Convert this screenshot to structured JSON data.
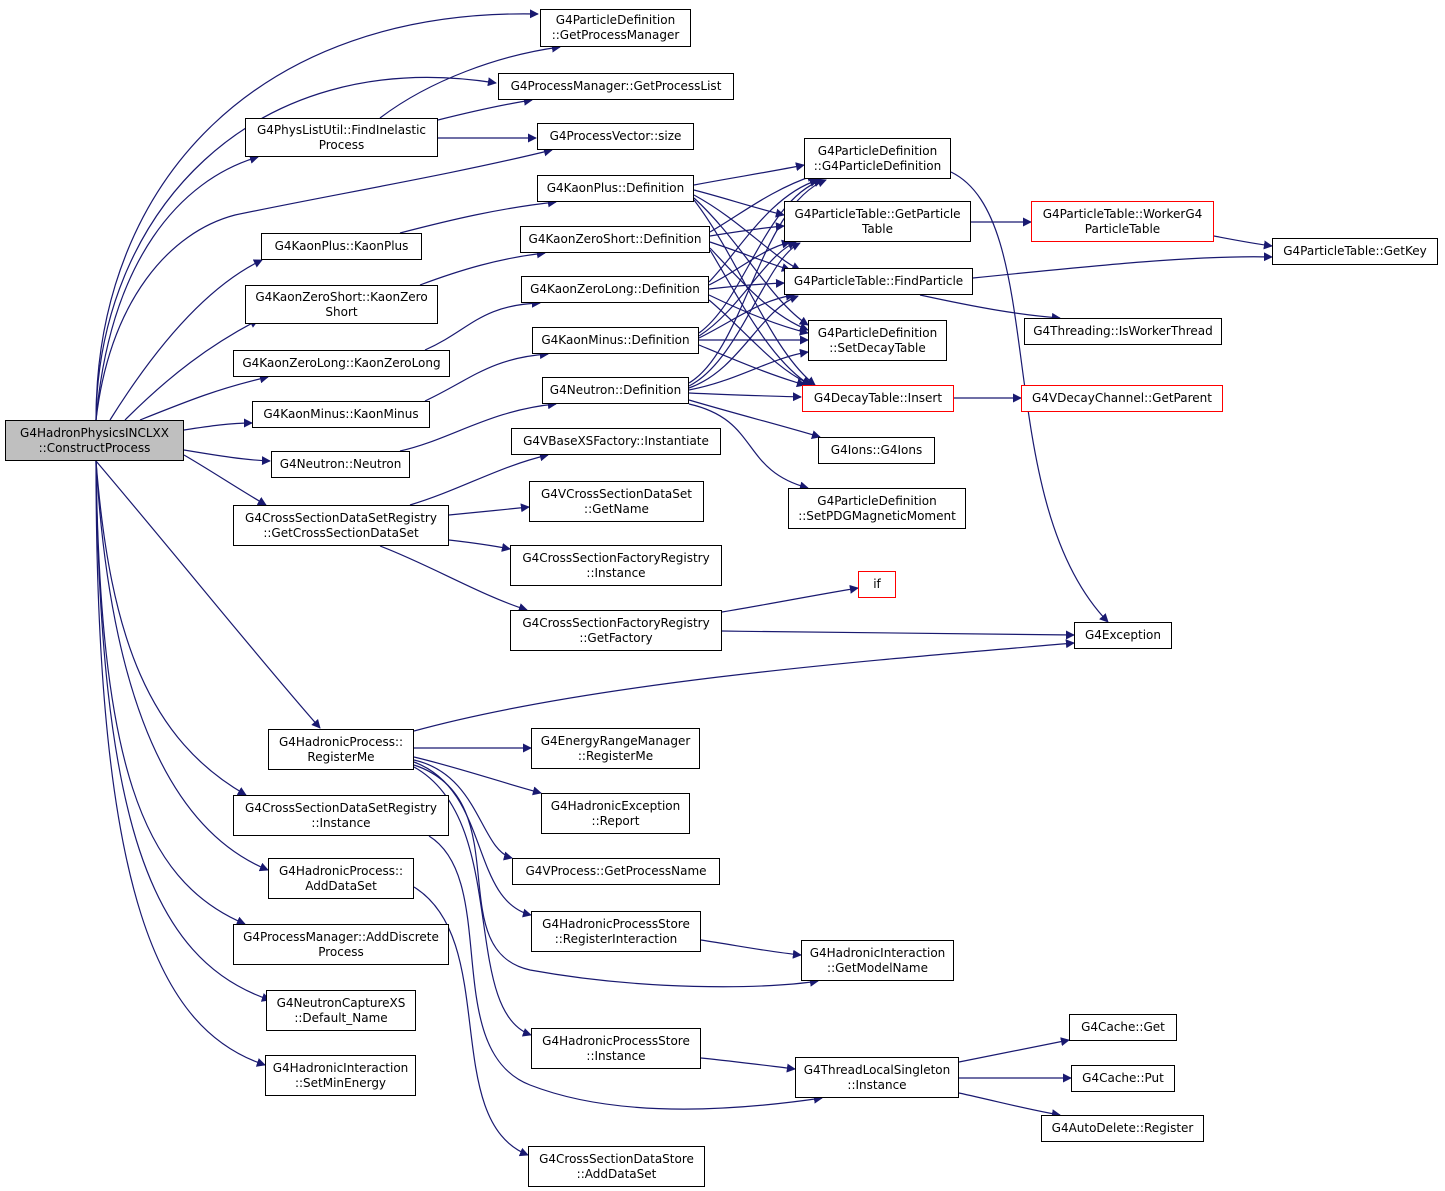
{
  "colors": {
    "edge": "#191970",
    "border": "#000000",
    "root_fill": "#bfbfbf",
    "truncated_border": "#ff0000"
  },
  "nodes": {
    "construct_process": {
      "label": "G4HadronPhysicsINCLXX\n::ConstructProcess"
    },
    "get_process_manager": {
      "label": "G4ParticleDefinition\n::GetProcessManager"
    },
    "get_process_list": {
      "label": "G4ProcessManager::GetProcessList"
    },
    "find_inelastic": {
      "label": "G4PhysListUtil::FindInelastic\nProcess"
    },
    "process_vector_size": {
      "label": "G4ProcessVector::size"
    },
    "kaonplus_definition": {
      "label": "G4KaonPlus::Definition"
    },
    "kaonplus_kaonplus": {
      "label": "G4KaonPlus::KaonPlus"
    },
    "kzs_definition": {
      "label": "G4KaonZeroShort::Definition"
    },
    "kzs_kzs": {
      "label": "G4KaonZeroShort::KaonZero\nShort"
    },
    "kzl_definition": {
      "label": "G4KaonZeroLong::Definition"
    },
    "kzl_kzl": {
      "label": "G4KaonZeroLong::KaonZeroLong"
    },
    "kminus_definition": {
      "label": "G4KaonMinus::Definition"
    },
    "kminus_kminus": {
      "label": "G4KaonMinus::KaonMinus"
    },
    "neutron_definition": {
      "label": "G4Neutron::Definition"
    },
    "neutron_neutron": {
      "label": "G4Neutron::Neutron"
    },
    "pd_ctor": {
      "label": "G4ParticleDefinition\n::G4ParticleDefinition"
    },
    "pt_get_particle_table": {
      "label": "G4ParticleTable::GetParticle\nTable"
    },
    "pt_find_particle": {
      "label": "G4ParticleTable::FindParticle"
    },
    "pd_set_decay_table": {
      "label": "G4ParticleDefinition\n::SetDecayTable"
    },
    "decay_table_insert": {
      "label": "G4DecayTable::Insert"
    },
    "ions_ctor": {
      "label": "G4Ions::G4Ions"
    },
    "pd_set_pdg_mm": {
      "label": "G4ParticleDefinition\n::SetPDGMagneticMoment"
    },
    "pt_worker_table": {
      "label": "G4ParticleTable::WorkerG4\nParticleTable"
    },
    "pt_get_key": {
      "label": "G4ParticleTable::GetKey"
    },
    "is_worker_thread": {
      "label": "G4Threading::IsWorkerThread"
    },
    "vdc_get_parent": {
      "label": "G4VDecayChannel::GetParent"
    },
    "vbase_instantiate": {
      "label": "G4VBaseXSFactory::Instantiate"
    },
    "csdsr_get_cs": {
      "label": "G4CrossSectionDataSetRegistry\n::GetCrossSectionDataSet"
    },
    "vcs_get_name": {
      "label": "G4VCrossSectionDataSet\n::GetName"
    },
    "csfr_instance": {
      "label": "G4CrossSectionFactoryRegistry\n::Instance"
    },
    "csfr_get_factory": {
      "label": "G4CrossSectionFactoryRegistry\n::GetFactory"
    },
    "if_node": {
      "label": "if"
    },
    "exception": {
      "label": "G4Exception"
    },
    "hp_register_me": {
      "label": "G4HadronicProcess::\nRegisterMe"
    },
    "erm_register_me": {
      "label": "G4EnergyRangeManager\n::RegisterMe"
    },
    "he_report": {
      "label": "G4HadronicException\n::Report"
    },
    "csdsr_instance": {
      "label": "G4CrossSectionDataSetRegistry\n::Instance"
    },
    "vp_get_process_name": {
      "label": "G4VProcess::GetProcessName"
    },
    "hp_add_data_set": {
      "label": "G4HadronicProcess::\nAddDataSet"
    },
    "hps_register_interaction": {
      "label": "G4HadronicProcessStore\n::RegisterInteraction"
    },
    "hi_get_model_name": {
      "label": "G4HadronicInteraction\n::GetModelName"
    },
    "pm_add_discrete": {
      "label": "G4ProcessManager::AddDiscrete\nProcess"
    },
    "ncxs_default_name": {
      "label": "G4NeutronCaptureXS\n::Default_Name"
    },
    "hps_instance": {
      "label": "G4HadronicProcessStore\n::Instance"
    },
    "tls_instance": {
      "label": "G4ThreadLocalSingleton\n::Instance"
    },
    "hi_set_min_energy": {
      "label": "G4HadronicInteraction\n::SetMinEnergy"
    },
    "cache_get": {
      "label": "G4Cache::Get"
    },
    "cache_put": {
      "label": "G4Cache::Put"
    },
    "auto_delete_register": {
      "label": "G4AutoDelete::Register"
    },
    "csds_add_data_set": {
      "label": "G4CrossSectionDataStore\n::AddDataSet"
    }
  }
}
